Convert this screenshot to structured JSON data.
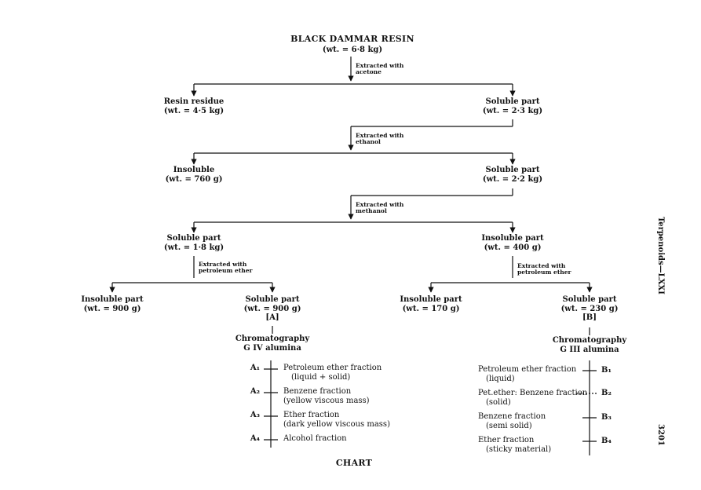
{
  "root": {
    "title": "BLACK DAMMAR RESIN",
    "wt": "(wt. = 6·8 kg)"
  },
  "step1": {
    "line1": "Extracted with",
    "line2": "acetone"
  },
  "resin_residue": {
    "name": "Resin residue",
    "wt": "(wt. = 4·5 kg)"
  },
  "soluble1": {
    "name": "Soluble part",
    "wt": "(wt. = 2·3 kg)"
  },
  "step2": {
    "line1": "Extracted with",
    "line2": "ethanol"
  },
  "insoluble2": {
    "name": "Insoluble",
    "wt": "(wt. = 760 g)"
  },
  "soluble2": {
    "name": "Soluble part",
    "wt": "(wt. = 2·2 kg)"
  },
  "step3": {
    "line1": "Extracted with",
    "line2": "methanol"
  },
  "soluble3": {
    "name": "Soluble part",
    "wt": "(wt. = 1·8 kg)"
  },
  "insoluble3": {
    "name": "Insoluble part",
    "wt": "(wt. = 400 g)"
  },
  "step4a": {
    "line1": "Extracted with",
    "line2": "petroleum ether"
  },
  "step4b": {
    "line1": "Extracted with",
    "line2": "petroleum ether"
  },
  "insol_a": {
    "name": "Insoluble part",
    "wt": "(wt. = 900 g)"
  },
  "sol_a": {
    "name": "Soluble part",
    "wt": "(wt. = 900 g)",
    "tag": "[A]",
    "chrom": "Chromatography",
    "alumina": "G IV alumina"
  },
  "insol_b": {
    "name": "Insoluble part",
    "wt": "(wt. = 170 g)"
  },
  "sol_b": {
    "name": "Soluble part",
    "wt": "(wt. = 230 g)",
    "tag": "[B]",
    "chrom": "Chromatography",
    "alumina": "G III alumina"
  },
  "fractions_a": [
    {
      "label": "A₁",
      "line1": "Petroleum ether fraction",
      "line2": "(liquid + solid)"
    },
    {
      "label": "A₂",
      "line1": "Benzene fraction",
      "line2": "(yellow viscous mass)"
    },
    {
      "label": "A₃",
      "line1": "Ether fraction",
      "line2": "(dark yellow viscous mass)"
    },
    {
      "label": "A₄",
      "line1": "Alcohol fraction",
      "line2": ""
    }
  ],
  "fractions_b": [
    {
      "label": "B₁",
      "line1": "Petroleum ether fraction",
      "line2": "(liquid)"
    },
    {
      "label": "B₂",
      "line1": "Pet.ether: Benzene fraction",
      "line2": "(solid)"
    },
    {
      "label": "B₃",
      "line1": "Benzene fraction",
      "line2": "(semi solid)"
    },
    {
      "label": "B₄",
      "line1": "Ether fraction",
      "line2": "(sticky material)"
    }
  ],
  "caption": "CHART",
  "running_head": "Terpenoids—LXXI",
  "page_number": "3201"
}
